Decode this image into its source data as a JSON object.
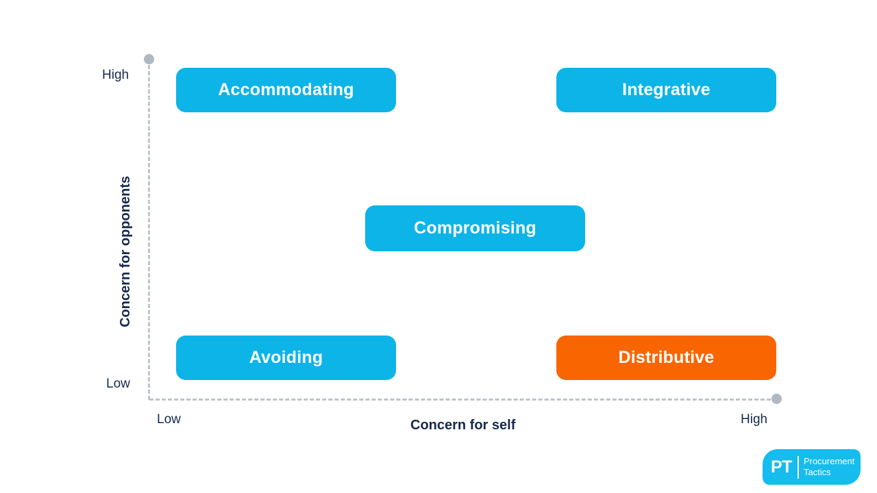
{
  "chart_data": {
    "type": "scatter",
    "title": "",
    "xlabel": "Concern for self",
    "ylabel": "Concern for opponents",
    "x_ticks": [
      "Low",
      "High"
    ],
    "y_ticks": [
      "Low",
      "High"
    ],
    "grid": false,
    "legend": "none",
    "axis_style": "dashed",
    "items": [
      {
        "label": "Accommodating",
        "x": "Low",
        "y": "High",
        "color": "#0cb4e8"
      },
      {
        "label": "Integrative",
        "x": "High",
        "y": "High",
        "color": "#0cb4e8"
      },
      {
        "label": "Compromising",
        "x": "Medium",
        "y": "Medium",
        "color": "#0cb4e8"
      },
      {
        "label": "Avoiding",
        "x": "Low",
        "y": "Low",
        "color": "#0cb4e8"
      },
      {
        "label": "Distributive",
        "x": "High",
        "y": "Low",
        "color": "#f96500"
      }
    ]
  },
  "axes": {
    "y": {
      "title": "Concern for opponents",
      "high_label": "High",
      "low_label": "Low"
    },
    "x": {
      "title": "Concern for self",
      "high_label": "High",
      "low_label": "Low"
    }
  },
  "boxes": {
    "accommodating": "Accommodating",
    "integrative": "Integrative",
    "compromising": "Compromising",
    "avoiding": "Avoiding",
    "distributive": "Distributive"
  },
  "logo": {
    "mark": "PT",
    "name_line1": "Procurement",
    "name_line2": "Tactics"
  },
  "colors": {
    "cyan": "#0cb4e8",
    "orange": "#f96500",
    "navy": "#16294d",
    "axis_gray": "#bcc4cc",
    "dot_gray": "#b0b8c1",
    "logo_cyan": "#16bced",
    "background": "#ffffff"
  }
}
